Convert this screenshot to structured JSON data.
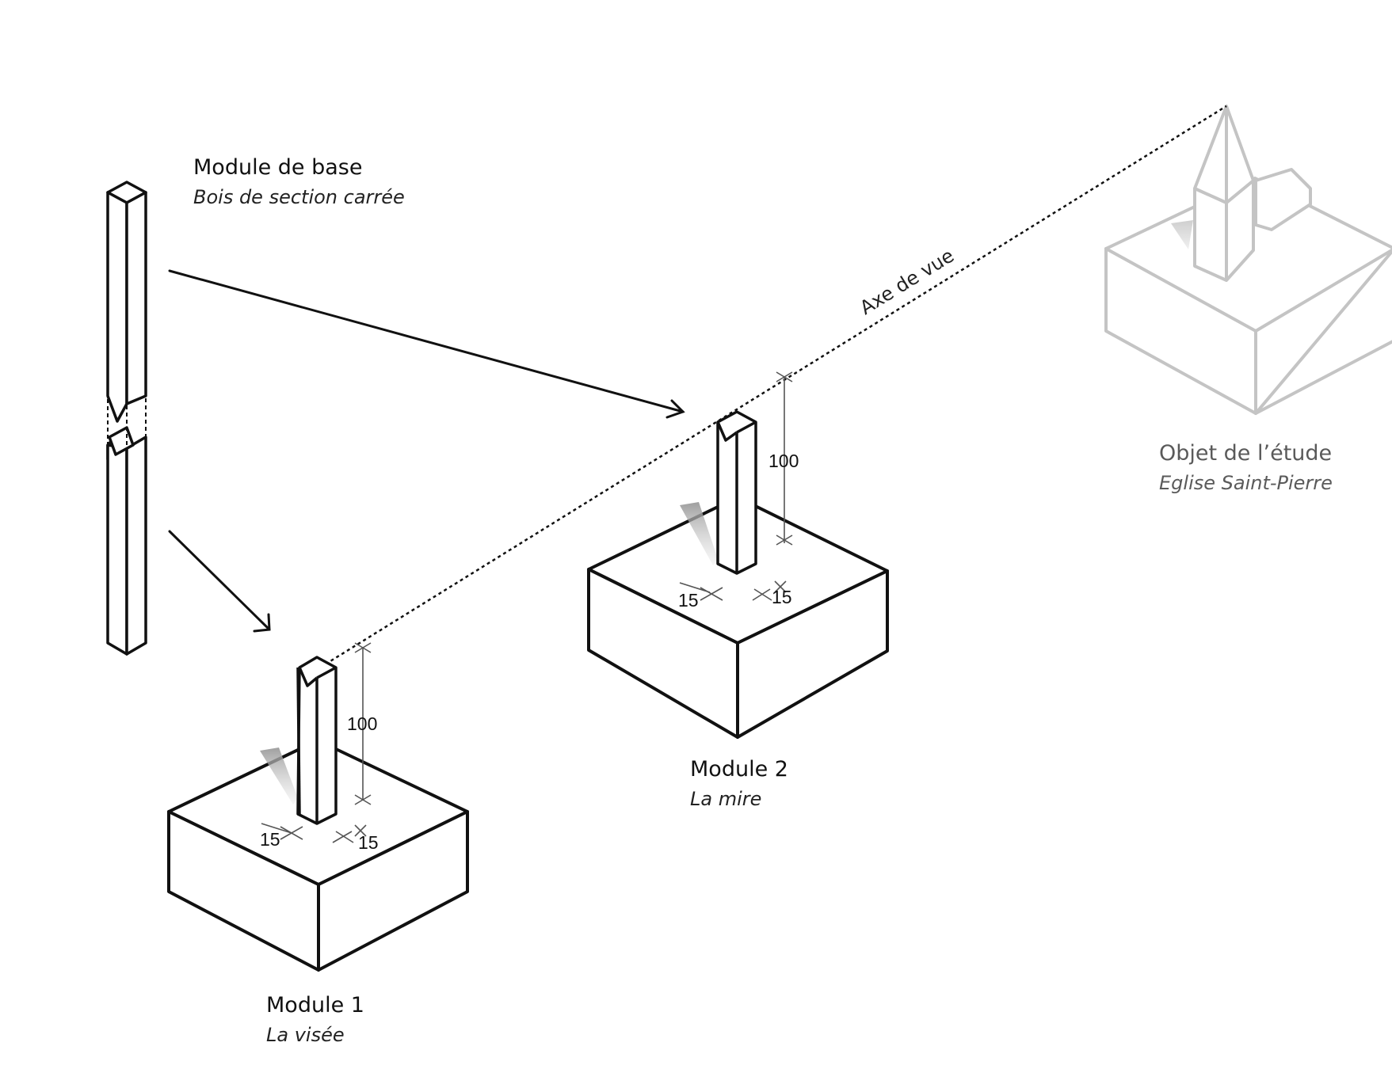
{
  "labels": {
    "module_base": {
      "title": "Module de base",
      "subtitle": "Bois de section carrée"
    },
    "module_1": {
      "title": "Module 1",
      "subtitle": "La visée"
    },
    "module_2": {
      "title": "Module 2",
      "subtitle": "La mire"
    },
    "objet": {
      "title": "Objet de l’étude",
      "subtitle": "Eglise Saint-Pierre"
    },
    "axis": "Axe de vue"
  },
  "dimensions": {
    "module_1": {
      "height": "100",
      "width_a": "15",
      "width_b": "15"
    },
    "module_2": {
      "height": "100",
      "width_a": "15",
      "width_b": "15"
    }
  },
  "colors": {
    "line": "#111111",
    "faded": "#c4c4c4",
    "shadow": "#a9a9a9"
  }
}
